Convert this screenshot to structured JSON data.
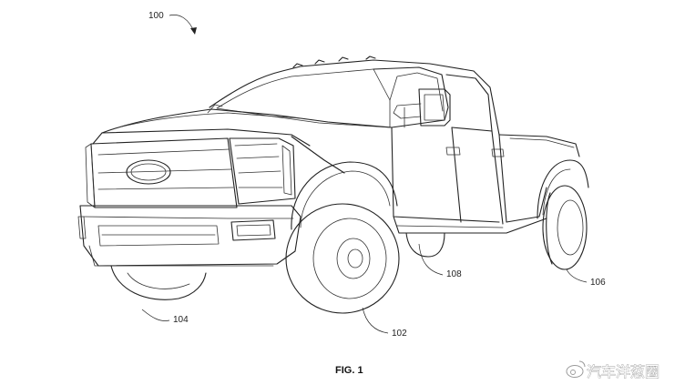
{
  "figure": {
    "caption": "FIG. 1",
    "references": {
      "truck": "100",
      "front_wheel": "102",
      "rear_wheel_front_side": "104",
      "rear_dual_wheel": "106",
      "rear_wheel_inner": "108"
    }
  },
  "watermark": {
    "text": "汽车洋葱圈",
    "icon": "weibo-logo-icon"
  }
}
